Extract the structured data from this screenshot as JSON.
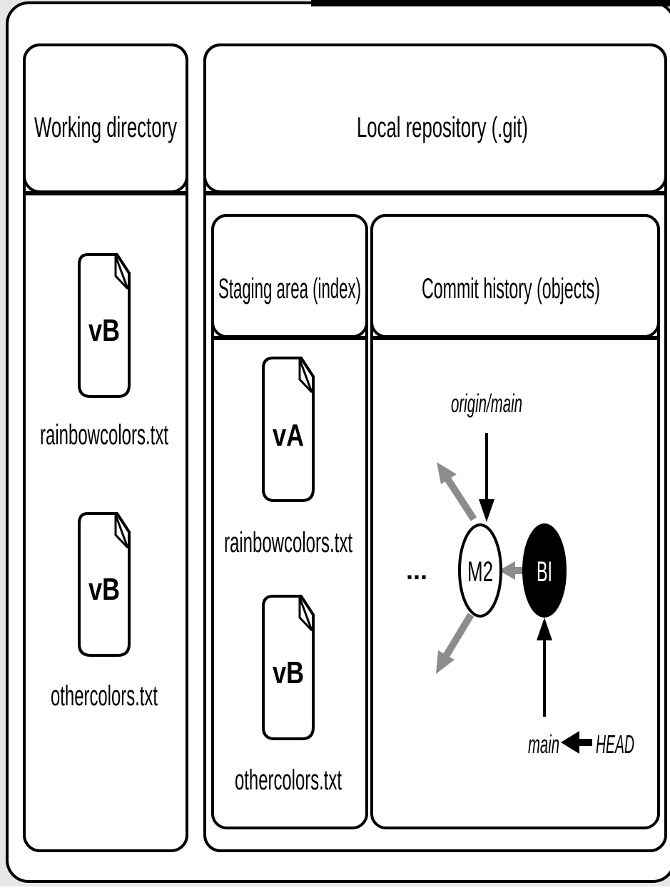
{
  "working_directory": {
    "title": "Working directory",
    "files": [
      {
        "version": "vB",
        "filename": "rainbowcolors.txt"
      },
      {
        "version": "vB",
        "filename": "othercolors.txt"
      }
    ]
  },
  "local_repository": {
    "title": "Local repository (.git)",
    "staging_area": {
      "title": "Staging area (index)",
      "files": [
        {
          "version": "vA",
          "filename": "rainbowcolors.txt"
        },
        {
          "version": "vB",
          "filename": "othercolors.txt"
        }
      ]
    },
    "commit_history": {
      "title": "Commit history (objects)",
      "ellipsis": "...",
      "commits": [
        {
          "label": "M2",
          "filled": false
        },
        {
          "label": "BI",
          "filled": true
        }
      ],
      "refs": {
        "origin_main": "origin/main",
        "main": "main",
        "head": "HEAD"
      }
    }
  },
  "colors": {
    "line": "#000000",
    "gray_arrow": "#8c8c8c",
    "background": "#ffffff",
    "frame_outer": "#e6e6e6"
  }
}
